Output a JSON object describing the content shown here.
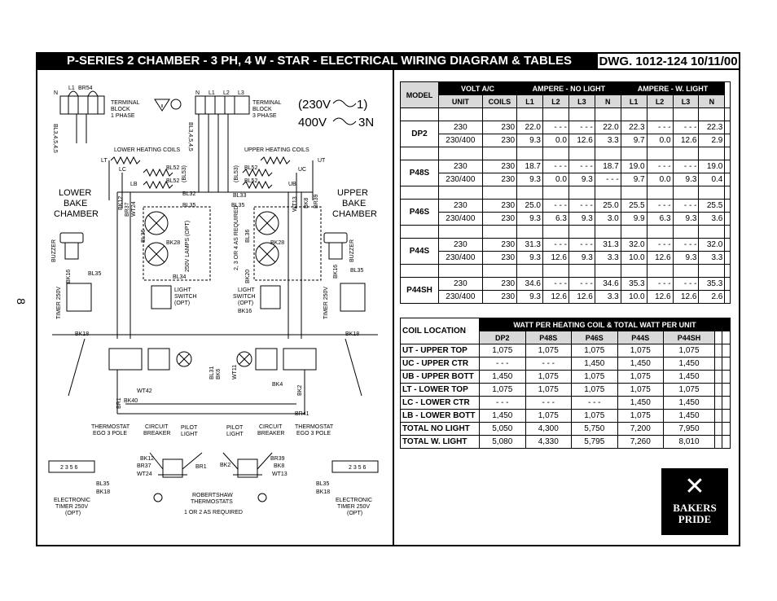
{
  "page_number": "8",
  "title": "P-SERIES   2 CHAMBER - 3 PH, 4 W - STAR - ELECTRICAL WIRING DIAGRAM & TABLES",
  "dwg": "DWG. 1012-124  10/11/00",
  "wiring": {
    "top_left": {
      "n": "N",
      "l1": "L1",
      "br54": "BR54",
      "tb": "TERMINAL",
      "tb2": "BLOCK",
      "tb3": "1 PHASE"
    },
    "top_right": {
      "n": "N",
      "l1": "L1",
      "l2": "L2",
      "l3": "L3",
      "tb": "TERMINAL",
      "tb2": "BLOCK",
      "tb3": "3 PHASE"
    },
    "voltage_a": "(230V",
    "voltage_a2": "1)",
    "voltage_b": "400V",
    "voltage_b2": "3N",
    "lower_coils": "LOWER HEATING COILS",
    "upper_coils": "UPPER HEATING COILS",
    "lt": "LT",
    "ut": "UT",
    "lc": "LC",
    "uc": "UC",
    "lb": "LB",
    "ub": "UB",
    "bl52a": "BL52",
    "bl52b": "BL52",
    "bl52c": "BL52",
    "bl52d": "BL52",
    "bl53a": "(BL53)",
    "bl53b": "(BL53)",
    "bl32": "BL32",
    "bl33": "BL33",
    "bl35a": "BL35",
    "bl35b": "BL35",
    "lower_bake": [
      "LOWER",
      "BAKE",
      "CHAMBER"
    ],
    "upper_bake": [
      "UPPER",
      "BAKE",
      "CHAMBER"
    ],
    "br37": "BR37",
    "bk12": "BK12",
    "wt24": "WT24",
    "wt13": "WT13",
    "bk8": "BK8",
    "br39": "BR39",
    "bl36a": "BL36",
    "bk28a": "BK28",
    "bl36b": "BL36",
    "bk28b": "BK28",
    "lamps": "250V LAMPS (OPT)",
    "req": "2, 3 OR 4 AS REQUIRED",
    "bl34": "BL34",
    "bk20": "BK20",
    "bk16a": "BK16",
    "bk16b": "BK16",
    "bk16c": "BK16",
    "light_switch_l": [
      "LIGHT",
      "SWITCH",
      "(OPT)"
    ],
    "light_switch_r": [
      "LIGHT",
      "SWITCH",
      "(OPT)"
    ],
    "buzzer": "BUZZER",
    "timer": "TIMER 250V",
    "bl35c": "BL35",
    "bl35d": "BL35",
    "bk18a": "BK18",
    "bk18b": "BK18",
    "bl31": "BL31",
    "bk6": "BK6",
    "wt11": "WT11",
    "wt42": "WT42",
    "br1": "BR1",
    "bk40": "BK40",
    "bk4": "BK4",
    "bk2": "BK2",
    "br41": "BR41",
    "thermostat_l": [
      "THERMOSTAT",
      "EGO 3 POLE"
    ],
    "breaker_l": [
      "CIRCUIT",
      "BREAKER"
    ],
    "pilot_l": [
      "PILOT",
      "LIGHT"
    ],
    "pilot_r": [
      "PILOT",
      "LIGHT"
    ],
    "breaker_r": [
      "CIRCUIT",
      "BREAKER"
    ],
    "thermostat_r": [
      "THERMOSTAT",
      "EGO 3 POLE"
    ],
    "bk12b": "BK12",
    "br37b": "BR37",
    "wt24b": "WT24",
    "br1b": "BR1",
    "bk2b": "BK2",
    "br39b": "BR39",
    "bk8b": "BK8",
    "wt13b": "WT13",
    "timer_pins_l": "2  3  5  6",
    "timer_pins_r": "2  3  5  6",
    "bl35e": "BL35",
    "bk18c": "BK18",
    "bl35f": "BL35",
    "bk18d": "BK18",
    "elec_timer_l": [
      "ELECTRONIC",
      "TIMER  250V",
      "(OPT)"
    ],
    "elec_timer_r": [
      "ELECTRONIC",
      "TIMER  250V",
      "(OPT)"
    ],
    "robertshaw": [
      "ROBERTSHAW",
      "THERMOSTATS",
      "1 OR 2 AS REQUIRED"
    ],
    "wt11b": "WT11",
    "bl34b": "BL3,4,5,4,5"
  },
  "ampere_table": {
    "headers": {
      "model": "MODEL",
      "volt": "VOLT A/C",
      "no_light": "AMPERE - NO LIGHT",
      "w_light": "AMPERE - W. LIGHT"
    },
    "subheaders": [
      "UNIT",
      "COILS",
      "L1",
      "L2",
      "L3",
      "N",
      "L1",
      "L2",
      "L3",
      "N"
    ],
    "models": [
      {
        "name": "DP2",
        "rows": [
          [
            "230",
            "230",
            "22.0",
            "- - -",
            "- - -",
            "22.0",
            "22.3",
            "- - -",
            "- - -",
            "22.3"
          ],
          [
            "230/400",
            "230",
            "9.3",
            "0.0",
            "12.6",
            "3.3",
            "9.7",
            "0.0",
            "12.6",
            "2.9"
          ]
        ]
      },
      {
        "name": "P48S",
        "rows": [
          [
            "230",
            "230",
            "18.7",
            "- - -",
            "- - -",
            "18.7",
            "19.0",
            "- - -",
            "- - -",
            "19.0"
          ],
          [
            "230/400",
            "230",
            "9.3",
            "0.0",
            "9.3",
            "- - -",
            "9.7",
            "0.0",
            "9.3",
            "0.4"
          ]
        ]
      },
      {
        "name": "P46S",
        "rows": [
          [
            "230",
            "230",
            "25.0",
            "- - -",
            "- - -",
            "25.0",
            "25.5",
            "- - -",
            "- - -",
            "25.5"
          ],
          [
            "230/400",
            "230",
            "9.3",
            "6.3",
            "9.3",
            "3.0",
            "9.9",
            "6.3",
            "9.3",
            "3.6"
          ]
        ]
      },
      {
        "name": "P44S",
        "rows": [
          [
            "230",
            "230",
            "31.3",
            "- - -",
            "- - -",
            "31.3",
            "32.0",
            "- - -",
            "- - -",
            "32.0"
          ],
          [
            "230/400",
            "230",
            "9.3",
            "12.6",
            "9.3",
            "3.3",
            "10.0",
            "12.6",
            "9.3",
            "3.3"
          ]
        ]
      },
      {
        "name": "P44SH",
        "rows": [
          [
            "230",
            "230",
            "34.6",
            "- - -",
            "- - -",
            "34.6",
            "35.3",
            "- - -",
            "- - -",
            "35.3"
          ],
          [
            "230/400",
            "230",
            "9.3",
            "12.6",
            "12.6",
            "3.3",
            "10.0",
            "12.6",
            "12.6",
            "2.6"
          ]
        ]
      }
    ]
  },
  "watt_table": {
    "title": "WATT PER HEATING COIL  &  TOTAL WATT PER UNIT",
    "coil_location": "COIL LOCATION",
    "columns": [
      "DP2",
      "P48S",
      "P46S",
      "P44S",
      "P44SH"
    ],
    "rows": [
      {
        "label": "UT - UPPER TOP",
        "values": [
          "1,075",
          "1,075",
          "1,075",
          "1,075",
          "1,075"
        ]
      },
      {
        "label": "UC - UPPER CTR",
        "values": [
          "- - -",
          "- - -",
          "1,450",
          "1,450",
          "1,450"
        ]
      },
      {
        "label": "UB - UPPER BOTT",
        "values": [
          "1,450",
          "1,075",
          "1,075",
          "1,075",
          "1,450"
        ]
      },
      {
        "label": "LT - LOWER TOP",
        "values": [
          "1,075",
          "1,075",
          "1,075",
          "1,075",
          "1,075"
        ]
      },
      {
        "label": "LC - LOWER CTR",
        "values": [
          "- - -",
          "- - -",
          "- - -",
          "1,450",
          "1,450"
        ]
      },
      {
        "label": "LB - LOWER BOTT",
        "values": [
          "1,450",
          "1,075",
          "1,075",
          "1,075",
          "1,450"
        ]
      },
      {
        "label": "TOTAL NO LIGHT",
        "values": [
          "5,050",
          "4,300",
          "5,750",
          "7,200",
          "7,950"
        ]
      },
      {
        "label": "TOTAL W. LIGHT",
        "values": [
          "5,080",
          "4,330",
          "5,795",
          "7,260",
          "8,010"
        ]
      }
    ]
  },
  "logo": {
    "line1": "BAKERS",
    "line2": "PRIDE",
    "icon": "bakers-pride-x-icon"
  }
}
